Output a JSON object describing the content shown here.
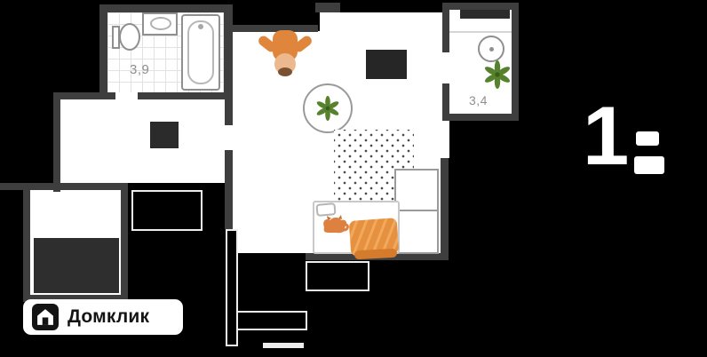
{
  "floor_plan": {
    "rooms": {
      "bathroom": {
        "area_m2": "3,9"
      },
      "kitchen": {
        "area_m2": "3,4"
      }
    }
  },
  "annotation": {
    "big_number": "1"
  },
  "logo": {
    "brand": "Домклик"
  },
  "icons": {
    "house-icon": "house pictogram in black rounded square",
    "plant-icon": "green six-leaf plant (top view)",
    "cat-icon": "orange curled cat",
    "person-icon": "person in orange shirt (top view)"
  },
  "colors": {
    "background": "#000000",
    "walls": "#3e3e3e",
    "floor": "#ffffff",
    "blanket_orange": "#e6913f",
    "shirt_orange": "#e0853c",
    "plant_green": "#56822e",
    "area_label_gray": "#8f8f8f"
  }
}
